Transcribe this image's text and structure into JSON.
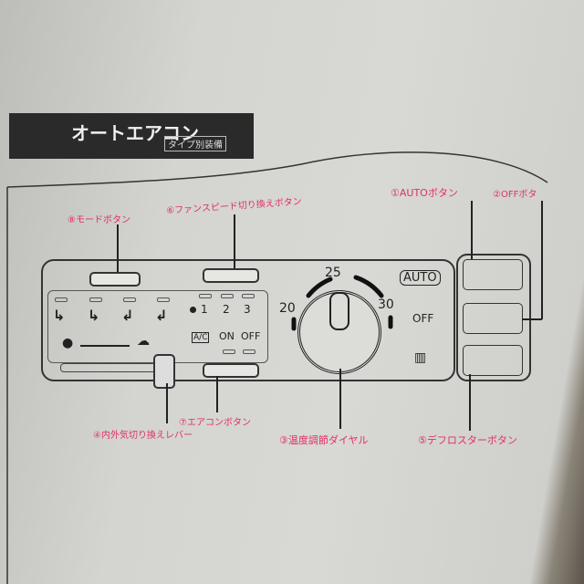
{
  "header": {
    "title": "オートエアコン",
    "badge": "タイプ別装備"
  },
  "panel": {
    "fan_speeds": [
      "1",
      "2",
      "3"
    ],
    "ac_label": "A/C",
    "ac_on": "ON",
    "ac_off": "OFF",
    "temp_scale": [
      "20",
      "25",
      "30"
    ],
    "auto_label": "AUTO",
    "off_label": "OFF"
  },
  "callouts": {
    "auto_button": "①AUTOボタン",
    "off_button": "②OFFボタ",
    "temp_dial": "③温度調節ダイヤル",
    "recirc_lever": "④内外気切り換えレバー",
    "defroster_button": "⑤デフロスターボタン",
    "fan_speed_button": "⑥ファンスピード切り換えボタン",
    "ac_button": "⑦エアコンボタン",
    "mode_button": "⑧モードボタン"
  }
}
